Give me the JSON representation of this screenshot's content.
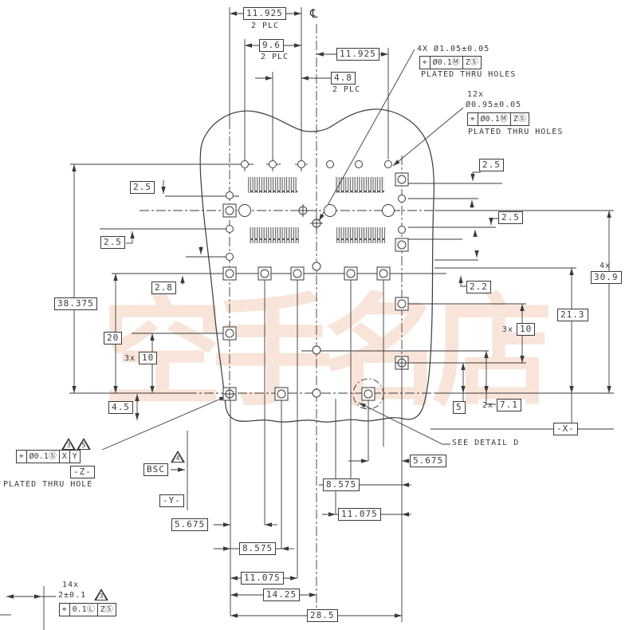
{
  "watermark": {
    "text": "空手名店"
  },
  "drawing": {
    "centerline_symbol": "℄",
    "top_dims": {
      "d11925_left": "11.925",
      "plc_a": "2 PLC",
      "d96": "9.6",
      "plc_b": "2 PLC",
      "d11925_right": "11.925",
      "d48": "4.8",
      "plc_c": "2 PLC"
    },
    "callout_4x": {
      "title": "4X Ø1.05±0.05",
      "fcf_position": "⌖",
      "fcf_tolerance": "Ø0.1Ⓜ",
      "fcf_datum": "ZⓈ",
      "note": "PLATED THRU HOLES"
    },
    "callout_12x": {
      "qty": "12x",
      "title": "Ø0.95±0.05",
      "fcf_position": "⌖",
      "fcf_tolerance": "Ø0.1Ⓜ",
      "fcf_datum": "ZⓈ",
      "note": "PLATED THRU HOLES"
    },
    "left_dims": {
      "d25_upper": "2.5",
      "d25_lower": "2.5",
      "d28": "2.8",
      "d38375": "38.375",
      "d20": "20",
      "qty3x": "3x",
      "d10": "10",
      "d45": "4.5"
    },
    "right_dims": {
      "d25_upper": "2.5",
      "d25_lower": "2.5",
      "d22": "2.2",
      "qty4x": "4x",
      "d309": "30.9",
      "d213": "21.3",
      "qty3x": "3x",
      "d10": "10",
      "d5": "5",
      "qty2x": "2x",
      "d71": "7.1"
    },
    "bottom_dims": {
      "d5675_r": "5.675",
      "d8575_r": "8.575",
      "d11075_r": "11.075",
      "d5675_l": "5.675",
      "d8575_l": "8.575",
      "d11075_l": "11.075",
      "d1425": "14.25",
      "d285": "28.5"
    },
    "datums": {
      "x": "-X-",
      "y": "-Y-",
      "z": "-Z-"
    },
    "bsc": {
      "label": "BSC",
      "flag": "4"
    },
    "see_detail": "SEE DETAIL  D",
    "fcf_hole": {
      "fcf_position": "⌖",
      "fcf_tolerance": "Ø0.1Ⓢ",
      "datum_primary": "X",
      "datum_secondary": "Y",
      "flag_x": "3",
      "flag_y": "5",
      "note": "PLATED THRU HOLE"
    },
    "callout_14x": {
      "qty": "14x",
      "dim": "2±0.1",
      "flag": "3",
      "fcf_position": "⌖",
      "fcf_tolerance": "0.1Ⓛ",
      "fcf_datum": "ZⓈ"
    }
  }
}
